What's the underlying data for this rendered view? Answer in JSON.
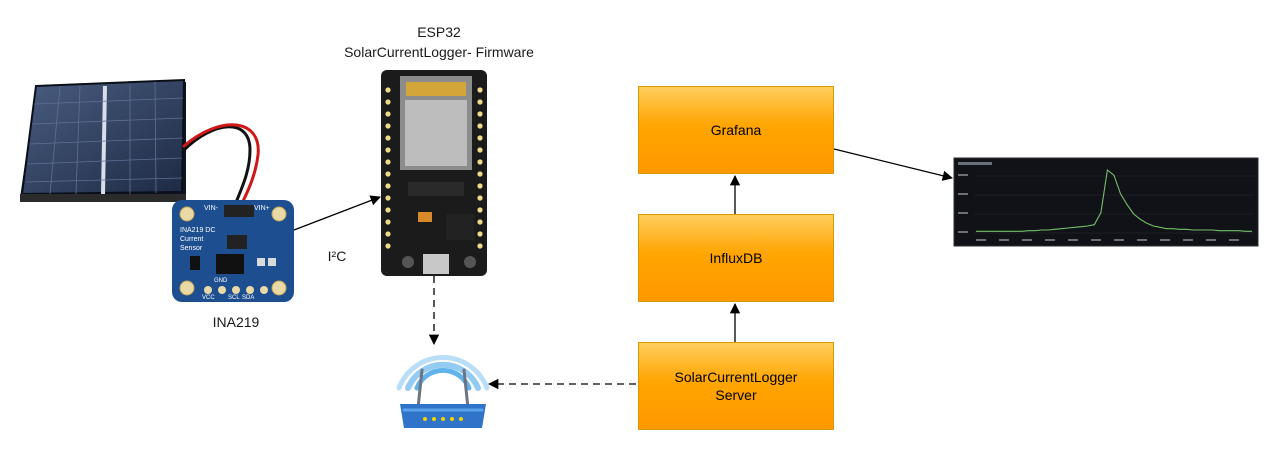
{
  "labels": {
    "esp32_title_line1": "ESP32",
    "esp32_title_line2": "SolarCurrentLogger- Firmware",
    "ina219": "INA219",
    "i2c": "I²C"
  },
  "boxes": {
    "grafana": "Grafana",
    "influxdb": "InfluxDB",
    "server": "SolarCurrentLogger\nServer"
  },
  "sensor_board": {
    "text": "INA219 DC\nCurrent\nSensor",
    "pins_top": [
      "VIN-",
      "VIN+"
    ],
    "pins_bottom": [
      "VCC",
      "GND",
      "SCL",
      "SDA"
    ]
  },
  "colors": {
    "box_top": "#ffcd5c",
    "box_bottom": "#ff9900",
    "box_border": "#d79b00",
    "board_blue": "#1d4e8f",
    "esp_black": "#1b1b1b",
    "wifi_blue": "#3aa0e8",
    "chart_bg": "#111217",
    "chart_line": "#73bf69"
  },
  "icons": [
    "solar-panel-icon",
    "router-wifi-icon"
  ],
  "mini_chart": {
    "type": "line",
    "values": [
      2,
      2,
      2,
      2,
      2,
      2,
      2,
      2,
      2.5,
      2.5,
      3,
      3,
      3.5,
      4,
      4.5,
      5,
      5.5,
      6,
      7,
      16,
      48,
      44,
      30,
      22,
      15,
      11,
      8,
      6,
      5,
      4,
      4,
      3.5,
      3.5,
      3,
      3,
      3,
      3,
      2.5,
      2.5,
      2.5,
      2.5,
      2,
      2
    ]
  }
}
